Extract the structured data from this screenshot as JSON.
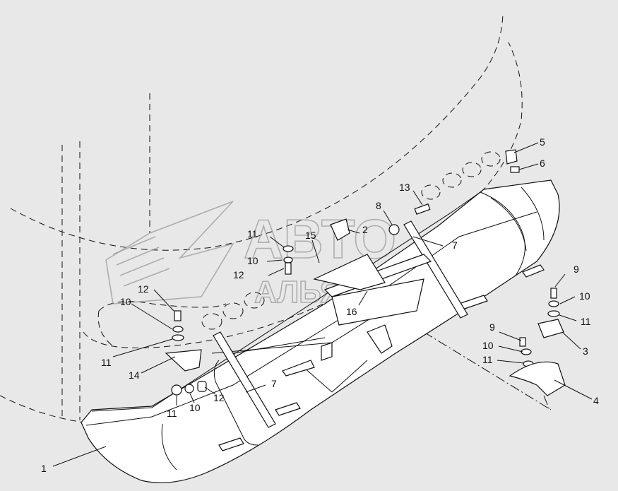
{
  "diagram": {
    "watermark": {
      "line1": "АВТО",
      "line2": "АЛЬЯНС"
    },
    "callouts": [
      {
        "id": "c1",
        "text": "1"
      },
      {
        "id": "c2",
        "text": "2"
      },
      {
        "id": "c3",
        "text": "3"
      },
      {
        "id": "c4",
        "text": "4"
      },
      {
        "id": "c5",
        "text": "5"
      },
      {
        "id": "c6",
        "text": "6"
      },
      {
        "id": "c7a",
        "text": "7"
      },
      {
        "id": "c7b",
        "text": "7"
      },
      {
        "id": "c8",
        "text": "8"
      },
      {
        "id": "c9a",
        "text": "9"
      },
      {
        "id": "c9b",
        "text": "9"
      },
      {
        "id": "c10a",
        "text": "10"
      },
      {
        "id": "c10b",
        "text": "10"
      },
      {
        "id": "c10c",
        "text": "10"
      },
      {
        "id": "c10d",
        "text": "10"
      },
      {
        "id": "c10e",
        "text": "10"
      },
      {
        "id": "c11a",
        "text": "11"
      },
      {
        "id": "c11b",
        "text": "11"
      },
      {
        "id": "c11c",
        "text": "11"
      },
      {
        "id": "c11d",
        "text": "11"
      },
      {
        "id": "c11e",
        "text": "11"
      },
      {
        "id": "c12a",
        "text": "12"
      },
      {
        "id": "c12b",
        "text": "12"
      },
      {
        "id": "c12c",
        "text": "12"
      },
      {
        "id": "c13",
        "text": "13"
      },
      {
        "id": "c14",
        "text": "14"
      },
      {
        "id": "c15",
        "text": "15"
      },
      {
        "id": "c16",
        "text": "16"
      }
    ]
  }
}
